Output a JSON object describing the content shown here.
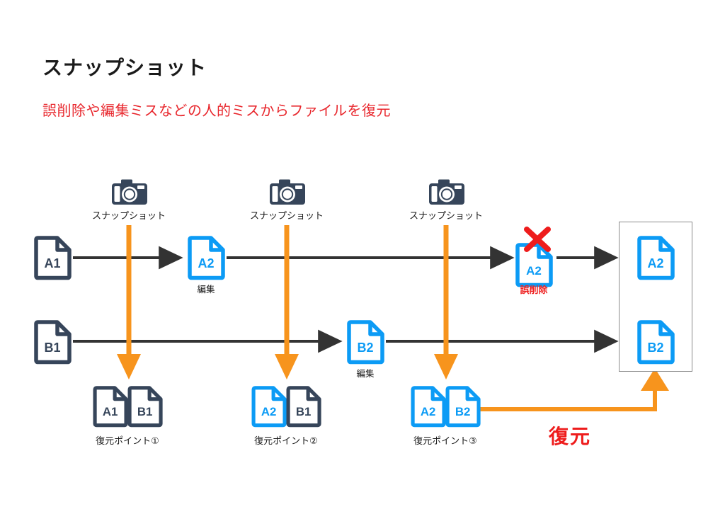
{
  "header": {
    "title": "スナップショット",
    "subtitle": "誤削除や編集ミスなどの人的ミスからファイルを復元"
  },
  "colors": {
    "dark": "#36455a",
    "blue": "#0c9bf5",
    "orange": "#f7941d",
    "red": "#ee1c1c",
    "arrow": "#333333",
    "box_border": "#8a8a8a",
    "title": "#1a1a1a",
    "subtitle": "#e8262c"
  },
  "snapshots": [
    {
      "icon": "camera-icon",
      "label": "スナップショット"
    },
    {
      "icon": "camera-icon",
      "label": "スナップショット"
    },
    {
      "icon": "camera-icon",
      "label": "スナップショット"
    }
  ],
  "timeline_a": {
    "name": "A",
    "start_file": {
      "text": "A1",
      "color": "dark"
    },
    "edited_file": {
      "text": "A2",
      "color": "blue",
      "label": "編集"
    },
    "deleted_file": {
      "text": "A2",
      "color": "blue",
      "label": "誤削除",
      "marker": "red-x"
    }
  },
  "timeline_b": {
    "name": "B",
    "start_file": {
      "text": "B1",
      "color": "dark"
    },
    "edited_file": {
      "text": "B2",
      "color": "blue",
      "label": "編集"
    }
  },
  "restore_points": [
    {
      "label": "復元ポイント①",
      "files": [
        {
          "text": "A1",
          "color": "dark"
        },
        {
          "text": "B1",
          "color": "dark"
        }
      ]
    },
    {
      "label": "復元ポイント②",
      "files": [
        {
          "text": "A2",
          "color": "blue"
        },
        {
          "text": "B1",
          "color": "dark"
        }
      ]
    },
    {
      "label": "復元ポイント③",
      "files": [
        {
          "text": "A2",
          "color": "blue"
        },
        {
          "text": "B2",
          "color": "blue"
        }
      ]
    }
  ],
  "result_box": {
    "files": [
      {
        "text": "A2",
        "color": "blue"
      },
      {
        "text": "B2",
        "color": "blue"
      }
    ]
  },
  "restore_action": {
    "label": "復元"
  }
}
